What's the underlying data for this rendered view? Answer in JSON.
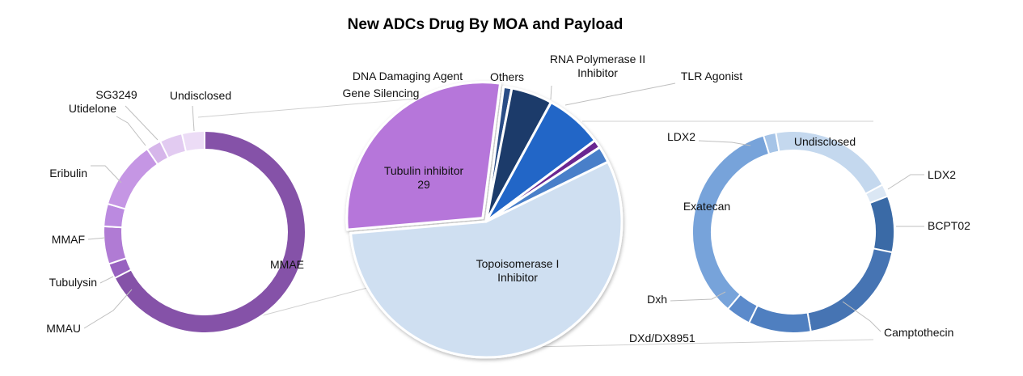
{
  "colors": {
    "background": "#ffffff",
    "connector": "#d0d0d0",
    "leader": "#bfbfbf"
  },
  "chart_data": [
    {
      "type": "pie",
      "title": "New ADCs Drug By MOA and Payload",
      "slices": [
        {
          "label": "Topoisomerase I Inhibitor",
          "value": 57,
          "color": "#cfdff1"
        },
        {
          "label": "Tubulin inhibitor",
          "value": 29,
          "show_value": true,
          "color": "#b676da"
        },
        {
          "label": "Gene Silencing",
          "value": 1,
          "color": "#2a4d86"
        },
        {
          "label": "DNA Damaging Agent",
          "value": 5,
          "color": "#1b3a6b"
        },
        {
          "label": "Others",
          "value": 7,
          "color": "#2366c7"
        },
        {
          "label": "RNA Polymerase II Inhibitor",
          "value": 1,
          "color": "#6a2591"
        },
        {
          "label": "TLR Agonist",
          "value": 2,
          "color": "#4a7fc9"
        }
      ]
    },
    {
      "type": "pie",
      "title": "",
      "slices": [
        {
          "label": "MMAE",
          "value": 56,
          "color": "#8552a8"
        },
        {
          "label": "MMAU",
          "value": 2,
          "color": "#9862c0"
        },
        {
          "label": "Tubulysin",
          "value": 5,
          "color": "#b07bd4"
        },
        {
          "label": "MMAF",
          "value": 3,
          "color": "#bb8ae0"
        },
        {
          "label": "Eribulin",
          "value": 9,
          "color": "#c596e4"
        },
        {
          "label": "Utidelone",
          "value": 2,
          "color": "#d6b6ea"
        },
        {
          "label": "SG3249",
          "value": 3,
          "color": "#e2cbf1"
        },
        {
          "label": "Undisclosed",
          "value": 3,
          "color": "#ecdcf6"
        }
      ]
    },
    {
      "type": "pie",
      "title": "",
      "slices": [
        {
          "label": "LDX2",
          "value": 2,
          "color": "#dbe7f4"
        },
        {
          "label": "BCPT02",
          "value": 9,
          "color": "#3a6aa6"
        },
        {
          "label": "Camptothecin",
          "value": 19,
          "color": "#4674b3"
        },
        {
          "label": "DXd/DX8951",
          "value": 10,
          "color": "#4f7fc0"
        },
        {
          "label": "Dxh",
          "value": 4,
          "color": "#5b8acb"
        },
        {
          "label": "Exatecan",
          "value": 34,
          "color": "#77a3da"
        },
        {
          "label": "LDX2",
          "value": 2,
          "color": "#a6c4e7"
        },
        {
          "label": "Undisclosed",
          "value": 20,
          "color": "#c4d8ee"
        }
      ]
    }
  ]
}
